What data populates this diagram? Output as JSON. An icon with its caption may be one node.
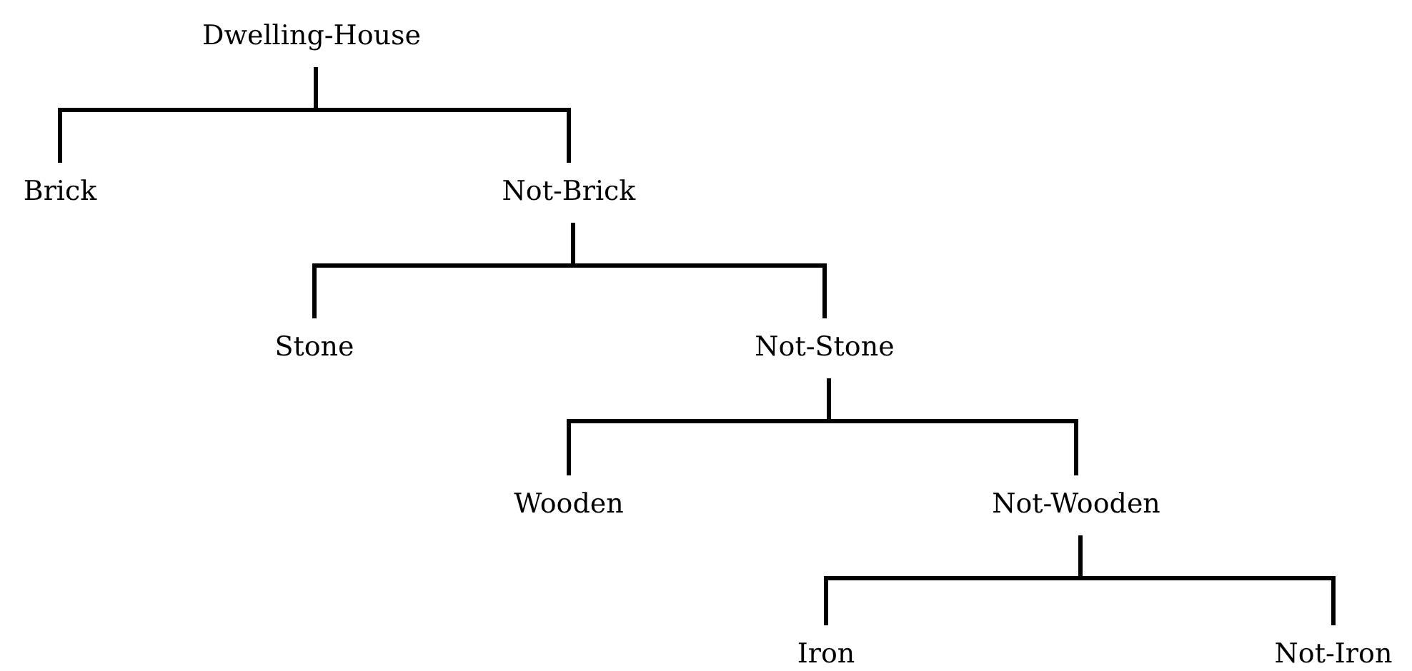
{
  "diagram": {
    "nodes": [
      {
        "text": [
          "Dwelling-House"
        ]
      },
      {
        "text": [
          "Brick"
        ]
      },
      {
        "text": [
          "Not-Brick"
        ]
      },
      {
        "text": [
          "Stone"
        ]
      },
      {
        "text": [
          "Not-Stone"
        ]
      },
      {
        "text": [
          "Wooden"
        ]
      },
      {
        "text": [
          "Not-Wooden"
        ]
      },
      {
        "text": [
          "Iron"
        ]
      },
      {
        "text": [
          "Not-Iron"
        ]
      }
    ],
    "edges": [
      {
        "from": 0,
        "to": 1,
        "arrow": "none"
      },
      {
        "from": 0,
        "to": 2,
        "arrow": "none"
      },
      {
        "from": 2,
        "to": 3,
        "arrow": "none"
      },
      {
        "from": 2,
        "to": 4,
        "arrow": "none"
      },
      {
        "from": 4,
        "to": 5,
        "arrow": "none"
      },
      {
        "from": 4,
        "to": 6,
        "arrow": "none"
      },
      {
        "from": 6,
        "to": 7,
        "arrow": "none"
      },
      {
        "from": 6,
        "to": 8,
        "arrow": "none"
      }
    ]
  }
}
